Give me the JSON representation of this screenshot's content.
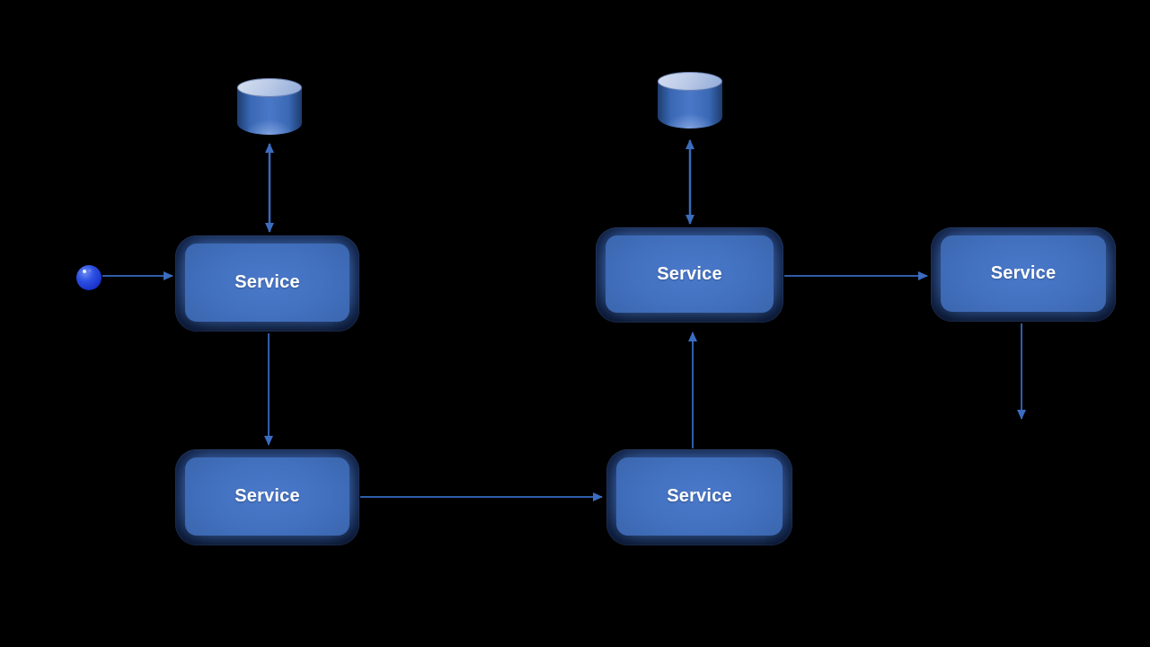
{
  "diagram": {
    "background_color": "#000000",
    "arrow_color": "#2f5da9",
    "node_face_color": "#4372c1",
    "node_label_color": "#ffffff",
    "services": [
      {
        "id": "service-top-left",
        "label": "Service"
      },
      {
        "id": "service-bottom-left",
        "label": "Service"
      },
      {
        "id": "service-bottom-middle",
        "label": "Service"
      },
      {
        "id": "service-top-middle",
        "label": "Service"
      },
      {
        "id": "service-right",
        "label": "Service"
      }
    ],
    "datastores": [
      {
        "id": "datastore-left",
        "icon": "database-cylinder-icon"
      },
      {
        "id": "datastore-middle",
        "icon": "database-cylinder-icon"
      }
    ],
    "start_node": {
      "id": "start",
      "icon": "sphere-icon"
    },
    "connectors": [
      {
        "from": "start",
        "to": "service-top-left",
        "type": "arrow"
      },
      {
        "from": "service-top-left",
        "to": "datastore-left",
        "type": "double-arrow"
      },
      {
        "from": "service-top-left",
        "to": "service-bottom-left",
        "type": "arrow"
      },
      {
        "from": "service-bottom-left",
        "to": "service-bottom-middle",
        "type": "arrow"
      },
      {
        "from": "service-bottom-middle",
        "to": "service-top-middle",
        "type": "arrow"
      },
      {
        "from": "service-top-middle",
        "to": "datastore-middle",
        "type": "double-arrow"
      },
      {
        "from": "service-top-middle",
        "to": "service-right",
        "type": "arrow"
      },
      {
        "from": "service-right",
        "to": "offscreen-below",
        "type": "arrow"
      }
    ]
  }
}
